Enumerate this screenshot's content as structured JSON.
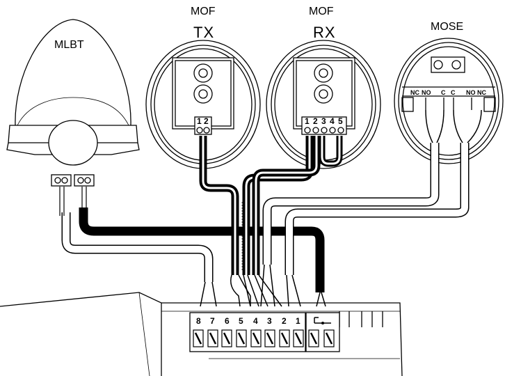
{
  "devices": {
    "mlbt": {
      "name": "MLBT"
    },
    "mof_tx": {
      "type": "MOF",
      "name": "TX",
      "terminals": [
        "1",
        "2"
      ]
    },
    "mof_rx": {
      "type": "MOF",
      "name": "RX",
      "terminals": [
        "1",
        "2",
        "3",
        "4",
        "5"
      ]
    },
    "mose": {
      "name": "MOSE",
      "contacts": [
        "NC",
        "NO",
        "C",
        "C",
        "NO",
        "NC"
      ]
    }
  },
  "control_board": {
    "terminals": [
      "8",
      "7",
      "6",
      "5",
      "4",
      "3",
      "2",
      "1"
    ]
  }
}
